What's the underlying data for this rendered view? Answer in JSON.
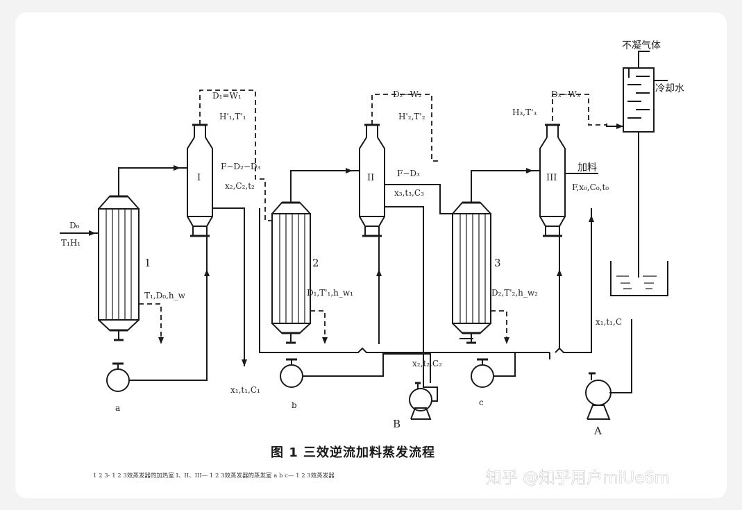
{
  "labels": {
    "d0": "D₀",
    "t1h1": "T₁H₁",
    "d1w1": "D₁=W₁",
    "h1t1": "H'₁,T'₁",
    "f_d2_d3": "F−D₂−D₃",
    "x2c2t2": "x₂,C₂,t₂",
    "d2w2": "D₂−W₂",
    "h2t2": "H'₂,T'₂",
    "f_d3": "F−D₃",
    "x3t3c3": "x₃,t₃,C₃",
    "d3w3": "D₃−W₃",
    "h3t3": "H₃,T'₃",
    "feed": "加料",
    "feed_props": "F,x₀,C₀,t₀",
    "t1d0h": "T₁,D₀,h_w",
    "d1t1h": "D₁,T'₁,h_w₁",
    "d2t2h": "D₂,T'₂,h_w₂",
    "x1t1c1_bottom": "x₁,t₁,C₁",
    "x2t2c2_pump": "x₂,t₂,C₂",
    "x1t1c_right": "x₁,t₁,C",
    "noncond": "不凝气体",
    "coolwater": "冷却水",
    "num1": "1",
    "num2": "2",
    "num3": "3",
    "roman1": "I",
    "roman2": "II",
    "roman3": "III",
    "pump_a": "a",
    "pump_b": "b",
    "pump_c": "c",
    "pump_B": "B",
    "pump_A": "A"
  },
  "caption": "图 1 三效逆流加料蒸发流程",
  "legend": "1 2 3- 1 2 3效蒸发器的加热室   I、II、III— 1 2 3效蒸发器的蒸发室   a b c— 1 2 3效蒸发器",
  "watermark": "知乎 @知乎用户miUe6m"
}
